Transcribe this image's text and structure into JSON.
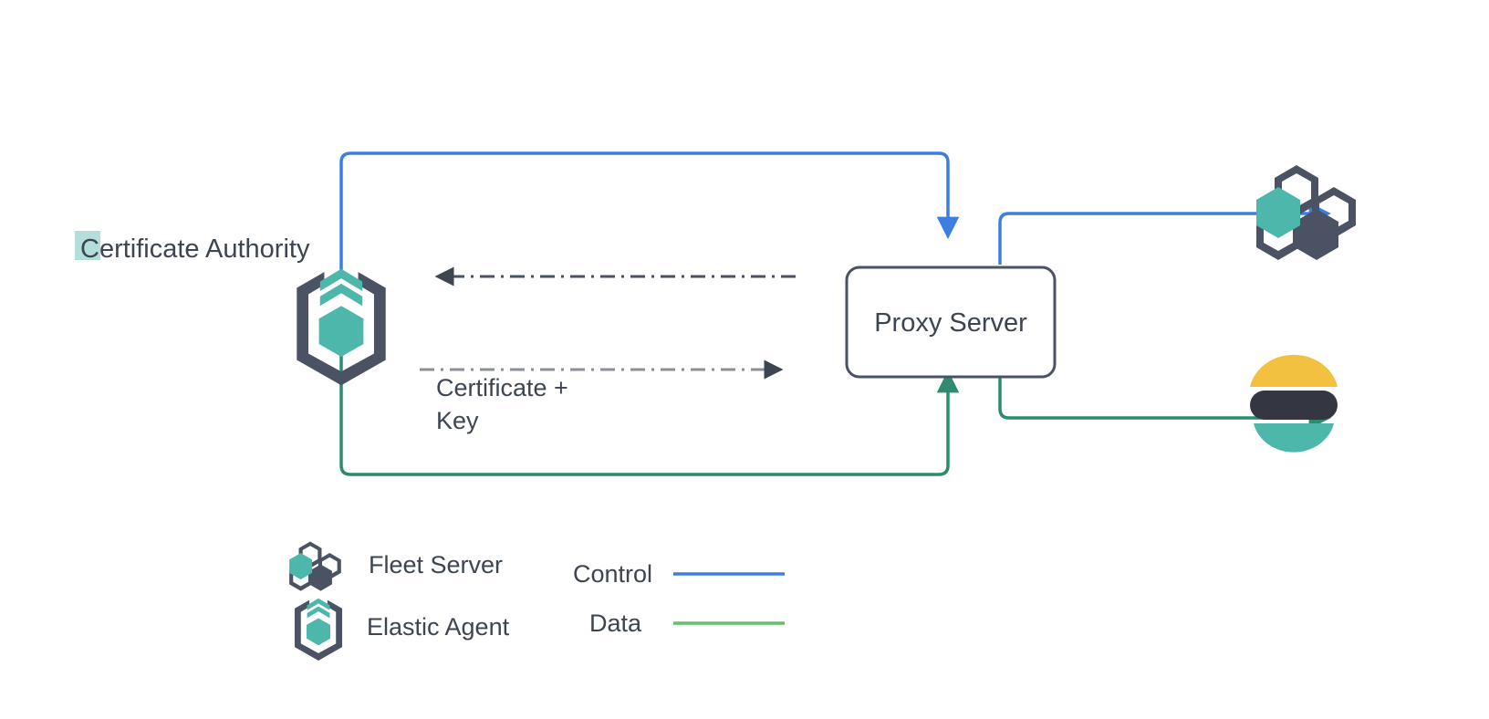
{
  "diagram": {
    "title_text": "Certificate Authority",
    "nodes": {
      "certificate_authority": {
        "label": "Certificate Authority",
        "icon": "elastic-agent-icon"
      },
      "proxy_server": {
        "label": "Proxy Server"
      },
      "fleet_server": {
        "label": "",
        "icon": "fleet-server-icon"
      },
      "elasticsearch": {
        "label": "",
        "icon": "elasticsearch-icon"
      }
    },
    "edges": [
      {
        "id": "ca-to-proxy-control",
        "label": "",
        "style": "solid",
        "color": "#3d7fe0"
      },
      {
        "id": "proxy-to-ca-dashdot",
        "label": "",
        "style": "dash-dot",
        "color": "#4a5263"
      },
      {
        "id": "ca-to-proxy-cert",
        "label": "Certificate + Key",
        "label_line1": "Certificate +",
        "label_line2": "Key",
        "style": "dash-dot",
        "color": "#8a8f99"
      },
      {
        "id": "ca-to-proxy-data",
        "label": "",
        "style": "solid",
        "color": "#2e8b6f"
      },
      {
        "id": "proxy-to-fleet-control",
        "label": "",
        "style": "solid",
        "color": "#3d7fe0"
      },
      {
        "id": "proxy-to-elasticsearch-data",
        "label": "",
        "style": "solid",
        "color": "#2e8b6f"
      }
    ],
    "legend": {
      "entries": [
        {
          "icon": "fleet-server-icon",
          "label": "Fleet Server"
        },
        {
          "icon": "elastic-agent-icon",
          "label": "Elastic Agent"
        }
      ],
      "lines": [
        {
          "label": "Control",
          "color": "#3d7fe0"
        },
        {
          "label": "Data",
          "color": "#63bf6b"
        }
      ]
    },
    "colors": {
      "control_blue": "#3d7fe0",
      "data_green": "#2e8b6f",
      "legend_data_green": "#63bf6b",
      "teal": "#4eb7ab",
      "dark_slate": "#4a5263",
      "text": "#3d4551",
      "box_border": "#4a5263",
      "dash_gray": "#8a8f99",
      "es_yellow": "#f2c140",
      "es_dark": "#343741",
      "es_teal": "#4eb7ab",
      "highlight_teal": "#a7d8d2"
    }
  }
}
